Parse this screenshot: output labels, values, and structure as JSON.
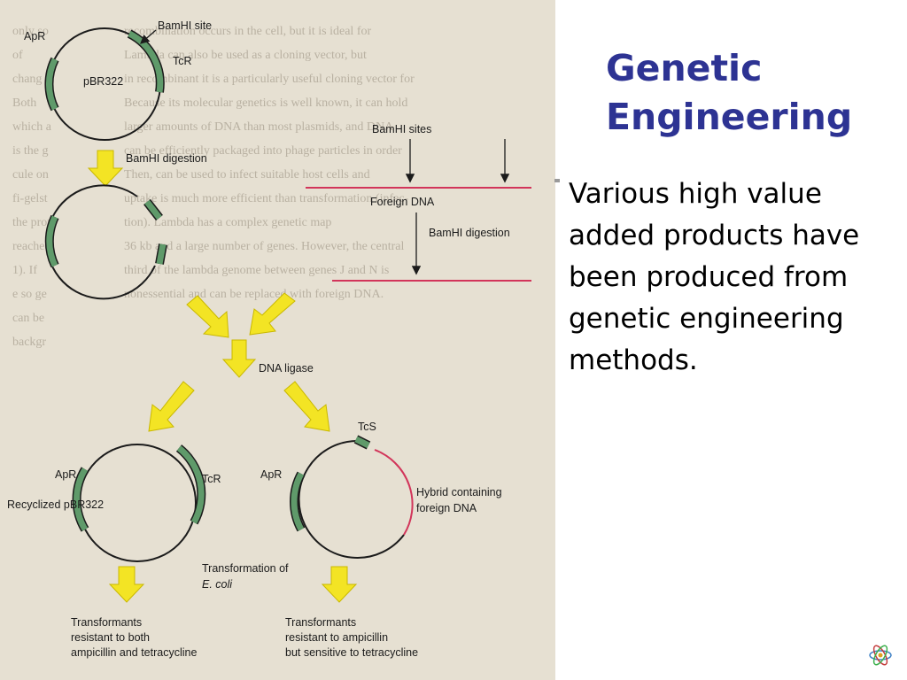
{
  "slide": {
    "title": "Genetic Engineering",
    "body": "Various high value added products have been produced from genetic engineering methods."
  },
  "diagram": {
    "bamhi_site": "BamHI site",
    "ap_r": "ApR",
    "tc_r": "TcR",
    "tc_s": "TcS",
    "pbr322": "pBR322",
    "bamhi_digestion_1": "BamHI digestion",
    "bamhi_sites": "BamHI sites",
    "foreign_dna": "Foreign DNA",
    "bamhi_digestion_2": "BamHI digestion",
    "dna_ligase": "DNA ligase",
    "recyclized_pbr322": "Recyclized pBR322",
    "hybrid_containing": "Hybrid containing",
    "hybrid_foreign_dna": "foreign DNA",
    "transformation_of": "Transformation of",
    "e_coli": "E. coli",
    "transformants_left_1": "Transformants",
    "transformants_left_2": "resistant to both",
    "transformants_left_3": "ampicillin and tetracycline",
    "transformants_right_1": "Transformants",
    "transformants_right_2": "resistant to ampicillin",
    "transformants_right_3": "but sensitive to tetracycline"
  },
  "background_text": {
    "left_column": [
      "only so",
      "of ",
      "chang",
      "Both",
      "which a",
      "is the g",
      "cule on",
      "fi-gelst",
      "the prov",
      "reached",
      "1). If",
      "e so ge",
      "can be",
      "backgr"
    ],
    "right_column": [
      "recombination occurs in the cell, but it is ideal for",
      "Lambda can also be used as a cloning vector, but",
      "in recombinant it is a particularly useful cloning vector for",
      "Because its molecular genetics is well known, it can hold",
      "larger amounts of DNA than most plasmids, and DNA",
      "can be efficiently packaged into phage particles in order",
      "Then, can be used to infect suitable host cells and",
      "uptake is much more efficient than transformation (infec-",
      "tion). Lambda has a complex genetic map",
      "36 kb and a large number of genes. However, the central",
      "third of the lambda genome between genes J and N is",
      "nonessential and can be replaced with foreign DNA."
    ]
  },
  "colors": {
    "title": "#2d3393",
    "plasmid_marker": "#5f9a6a",
    "arrow_fill": "#f3e424",
    "foreign_dna": "#d2355a"
  }
}
